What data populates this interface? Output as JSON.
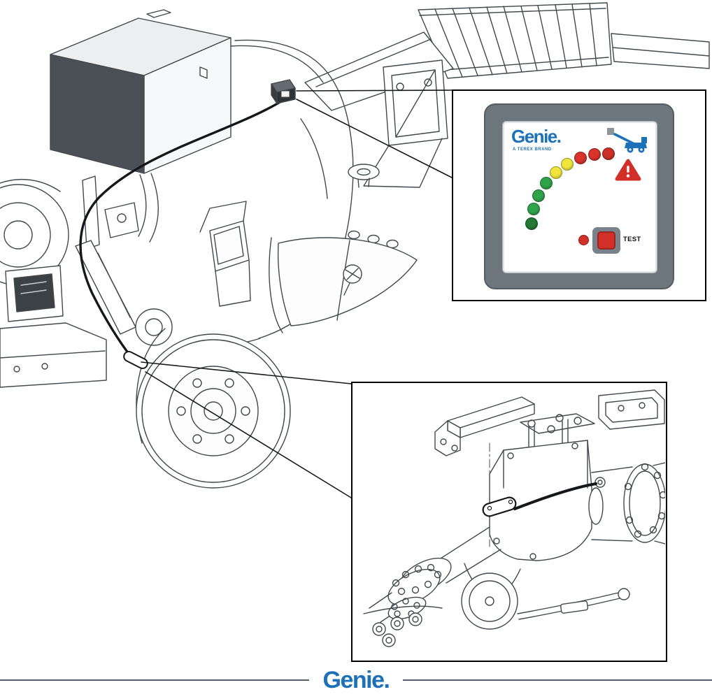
{
  "colors": {
    "brand_blue": "#1d71b8",
    "panel_frame": "#6e767d",
    "warning_red": "#d12f27",
    "footer_line": "#52606c"
  },
  "indicator_panel": {
    "brand": "Genie.",
    "brand_sub": "A TEREX BRAND",
    "test_label": "TEST",
    "leds": [
      {
        "name": "green-1",
        "hex": "#237a36"
      },
      {
        "name": "green-2",
        "hex": "#2fa44a"
      },
      {
        "name": "green-3",
        "hex": "#2fa44a"
      },
      {
        "name": "green-4",
        "hex": "#2fa44a"
      },
      {
        "name": "yellow-1",
        "hex": "#f0e63a"
      },
      {
        "name": "yellow-2",
        "hex": "#f0e63a"
      },
      {
        "name": "red-1",
        "hex": "#d8342c"
      },
      {
        "name": "red-2",
        "hex": "#d8342c"
      },
      {
        "name": "red-3",
        "hex": "#cb2f28"
      }
    ]
  },
  "footer": {
    "logo": "Genie."
  }
}
